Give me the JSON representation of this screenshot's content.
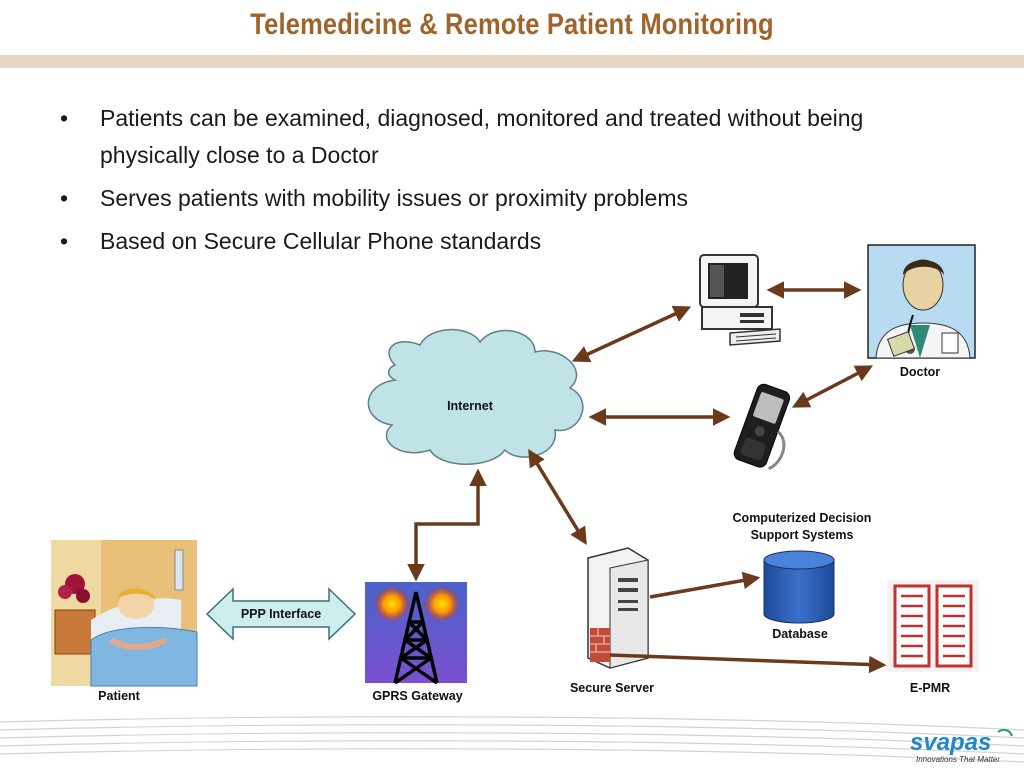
{
  "title": "Telemedicine & Remote Patient Monitoring",
  "bullets": [
    "Patients can be examined, diagnosed, monitored and treated without being physically close to a Doctor",
    "Serves patients with mobility issues or proximity problems",
    "Based on Secure Cellular Phone standards"
  ],
  "bullet_glyph": "•",
  "nodes": {
    "internet": "Internet",
    "doctor": "Doctor",
    "cdss": "Computerized Decision Support Systems",
    "database": "Database",
    "patient": "Patient",
    "gprs": "GPRS Gateway",
    "secure_server": "Secure Server",
    "epmr": "E-PMR",
    "ppp": "PPP Interface"
  },
  "logo": {
    "name": "svapas",
    "tagline": "Innovations That Matter"
  },
  "colors": {
    "title": "#a0642a",
    "arrow": "#6b3a1a",
    "cloud": "#bfe3e6",
    "ppp_fill": "#cdeeed",
    "database": "#2f5fb3",
    "logo": "#1e88c8"
  }
}
